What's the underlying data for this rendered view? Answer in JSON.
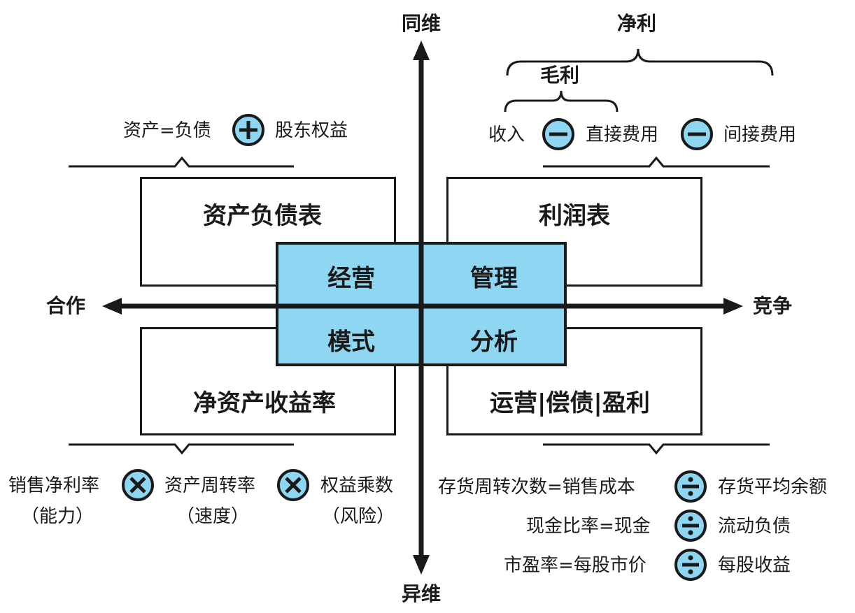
{
  "axes": {
    "top": "同维",
    "bottom": "异维",
    "left": "合作",
    "right": "竞争"
  },
  "quadrants": {
    "top_left": "资产负债表",
    "top_right": "利润表",
    "bottom_left": "净资产收益率",
    "bottom_right": "运营|偿债|盈利"
  },
  "center": {
    "top_left": "经营",
    "top_right": "管理",
    "bottom_left": "模式",
    "bottom_right": "分析"
  },
  "balance_formula": {
    "left": "资产=负债",
    "operator": "plus",
    "right": "股东权益"
  },
  "income_formula": {
    "net_profit_label": "净利",
    "gross_profit_label": "毛利",
    "term1": "收入",
    "op1": "minus",
    "term2": "直接费用",
    "op2": "minus",
    "term3": "间接费用"
  },
  "roe_formula": {
    "term1": "销售净利率",
    "term1_note": "（能力）",
    "op1": "times",
    "term2": "资产周转率",
    "term2_note": "（速度）",
    "op2": "times",
    "term3": "权益乘数",
    "term3_note": "（风险）"
  },
  "ratio_formulas": [
    {
      "left": "存货周转次数=销售成本",
      "operator": "divide",
      "right": "存货平均余额"
    },
    {
      "left": "现金比率=现金",
      "operator": "divide",
      "right": "流动负债"
    },
    {
      "left": "市盈率=每股市价",
      "operator": "divide",
      "right": "每股收益"
    }
  ],
  "colors": {
    "accent": "#8fd6f3",
    "line": "#1a1a1a"
  }
}
